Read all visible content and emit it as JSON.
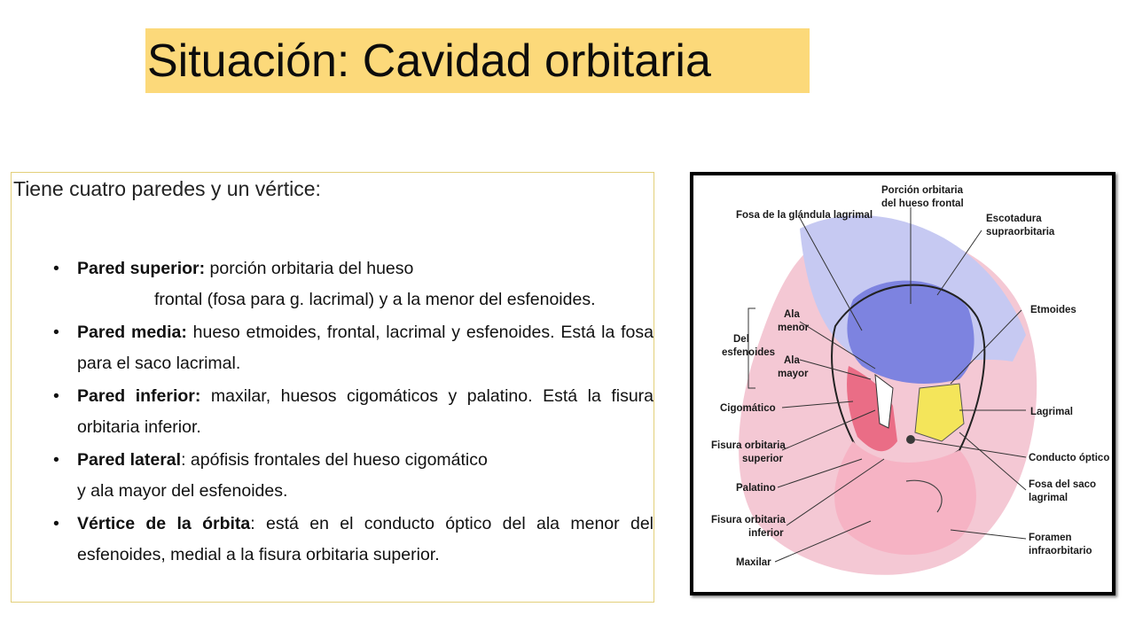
{
  "title": "Situación: Cavidad orbitaria",
  "intro": "Tiene cuatro paredes y un vértice:",
  "bullets": [
    {
      "label": "Pared superior:",
      "text": " porción orbitaria del hueso",
      "text2": "frontal (fosa para g. lacrimal) y a la menor del esfenoides."
    },
    {
      "label": "Pared media:",
      "text": " hueso etmoides, frontal, lacrimal y esfenoides. Está la fosa para el saco lacrimal."
    },
    {
      "label": "Pared inferior:",
      "text": " maxilar, huesos cigomáticos y palatino. Está la fisura orbitaria inferior."
    },
    {
      "label": "Pared lateral",
      "text": ": apófisis frontales del hueso cigomático",
      "text2": "y ala mayor del esfenoides."
    },
    {
      "label": "Vértice de la órbita",
      "text": ": está en el conducto óptico del  ala menor del esfenoides, medial a la fisura orbitaria  superior."
    }
  ],
  "figure": {
    "labels": {
      "fosa_glandula": "Fosa de la glándula lagrimal",
      "porcion_orbitaria_1": "Porción orbitaria",
      "porcion_orbitaria_2": "del hueso frontal",
      "escotadura_1": "Escotadura",
      "escotadura_2": "supraorbitaria",
      "ala_menor_1": "Ala",
      "ala_menor_2": "menor",
      "del_esfenoides_1": "Del",
      "del_esfenoides_2": "esfenoides",
      "ala_mayor_1": "Ala",
      "ala_mayor_2": "mayor",
      "etmoides": "Etmoides",
      "cigomatico": "Cigomático",
      "lagrimal": "Lagrimal",
      "fisura_sup_1": "Fisura orbitaria",
      "fisura_sup_2": "superior",
      "conducto_optico": "Conducto óptico",
      "palatino": "Palatino",
      "fosa_saco_1": "Fosa del saco",
      "fosa_saco_2": "lagrimal",
      "fisura_inf_1": "Fisura orbitaria",
      "fisura_inf_2": "inferior",
      "maxilar": "Maxilar",
      "foramen_1": "Foramen",
      "foramen_2": "infraorbitario"
    }
  },
  "colors": {
    "title_bg": "#fcd97a",
    "text_border": "#e3cf7a",
    "frontal_blue": "#8b92e8",
    "pink": "#f4a6b8",
    "red": "#e8607a",
    "yellow": "#f4e55a"
  }
}
